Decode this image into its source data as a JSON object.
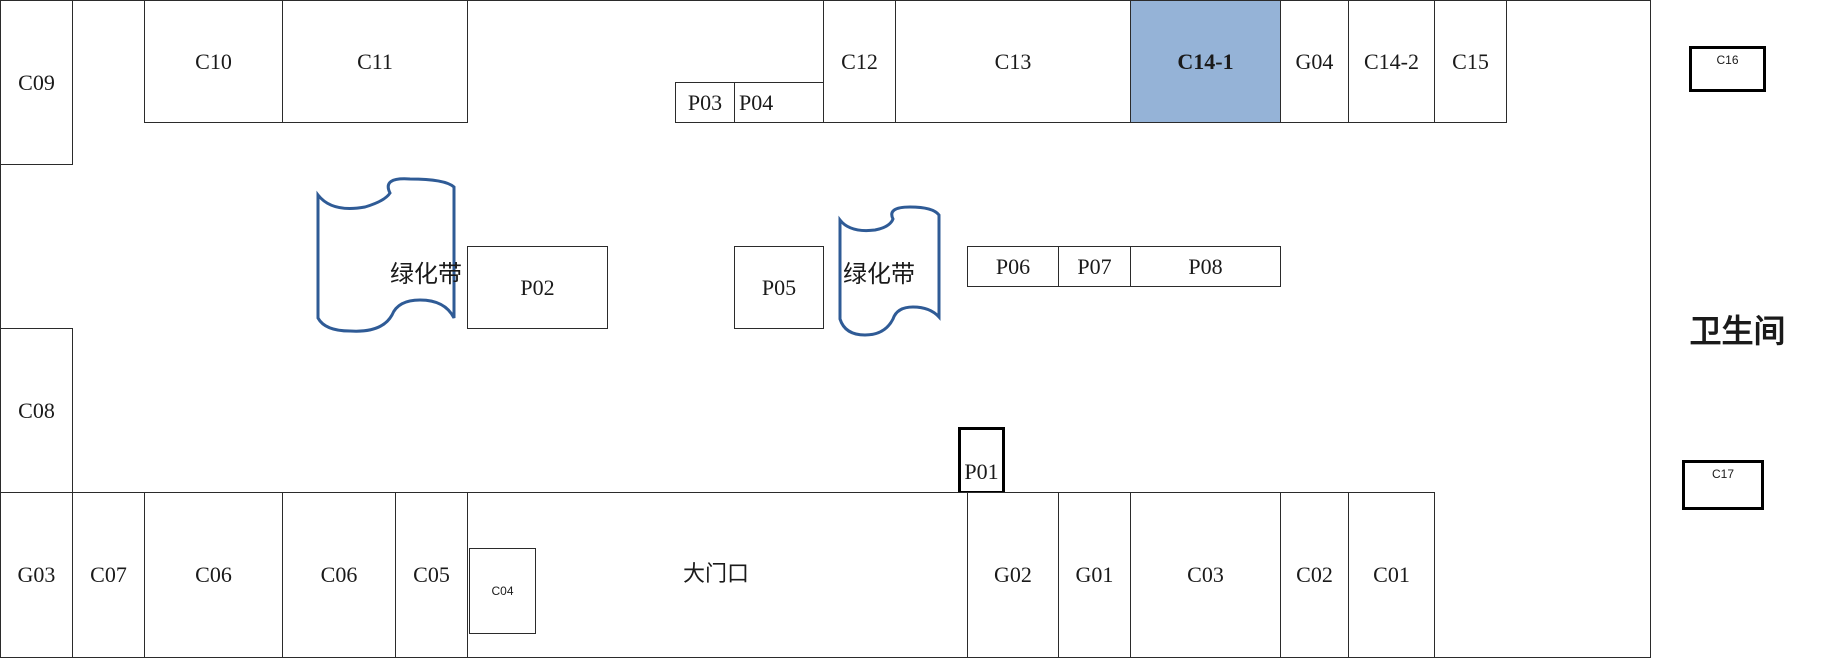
{
  "rooms": {
    "c09": "C09",
    "c10": "C10",
    "c11": "C11",
    "c12": "C12",
    "c13": "C13",
    "c14_1": "C14-1",
    "g04": "G04",
    "c14_2": "C14-2",
    "c15": "C15",
    "c16": "C16",
    "c17": "C17",
    "c08": "C08",
    "g03": "G03",
    "c07": "C07",
    "c06a": "C06",
    "c06b": "C06",
    "c05": "C05",
    "c04": "C04",
    "g02": "G02",
    "g01": "G01",
    "c03": "C03",
    "c02": "C02",
    "c01": "C01"
  },
  "parking": {
    "p01": "P01",
    "p02": "P02",
    "p03": "P03",
    "p04": "P04",
    "p05": "P05",
    "p06": "P06",
    "p07": "P07",
    "p08": "P08"
  },
  "labels": {
    "green_belt_1": "绿化带",
    "green_belt_2": "绿化带",
    "main_gate": "大门口",
    "restroom": "卫生间"
  },
  "colors": {
    "highlight": "#95b3d7",
    "green_belt_stroke": "#2f5b96"
  }
}
